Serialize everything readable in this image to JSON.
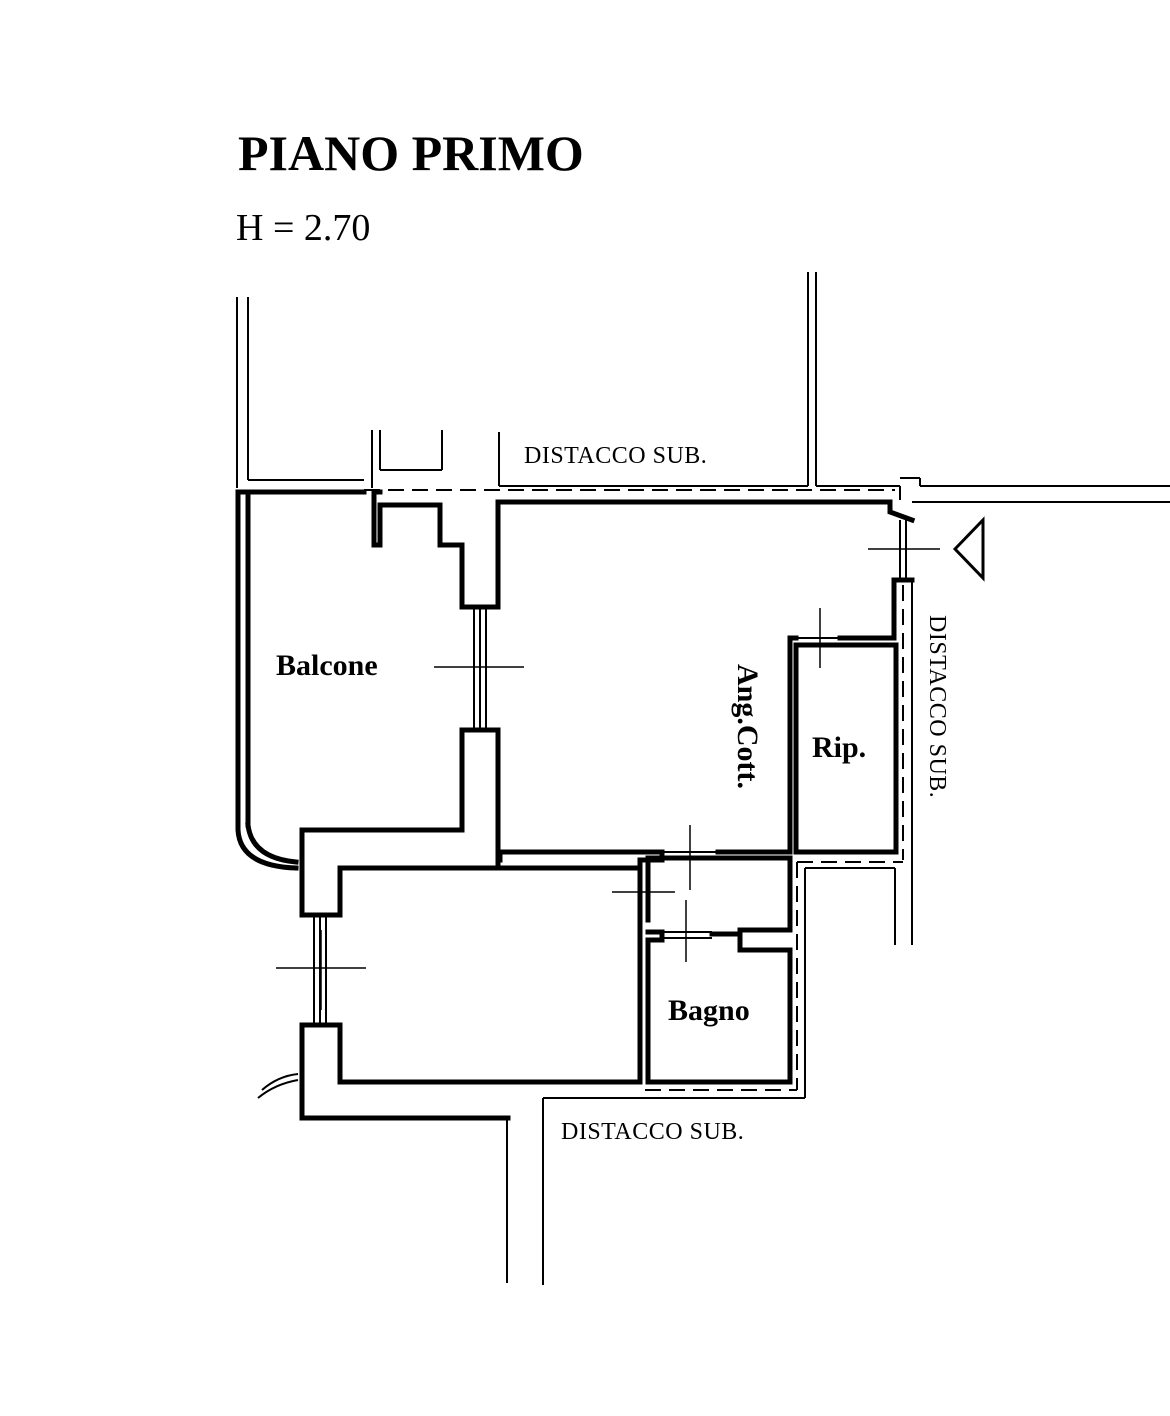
{
  "plan": {
    "title": "PIANO PRIMO",
    "height_label": "H = 2.70"
  },
  "rooms": {
    "balcone": "Balcone",
    "angolo_cottura": "Ang.Cott.",
    "ripostiglio": "Rip.",
    "bagno": "Bagno"
  },
  "notes": {
    "distacco_top": "DISTACCO SUB.",
    "distacco_right": "DISTACCO SUB.",
    "distacco_bottom": "DISTACCO SUB."
  },
  "symbols": {
    "entrance_marker": "triangle-entrance-icon"
  }
}
